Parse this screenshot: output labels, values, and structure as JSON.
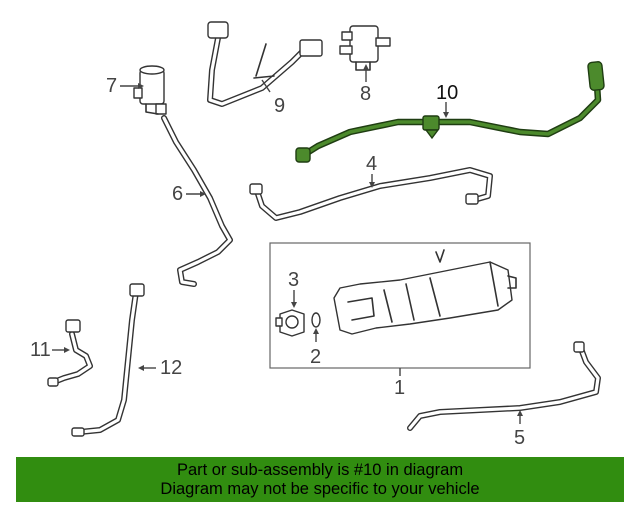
{
  "diagram": {
    "callouts": [
      {
        "id": "1",
        "label": "1"
      },
      {
        "id": "2",
        "label": "2"
      },
      {
        "id": "3",
        "label": "3"
      },
      {
        "id": "4",
        "label": "4"
      },
      {
        "id": "5",
        "label": "5"
      },
      {
        "id": "6",
        "label": "6"
      },
      {
        "id": "7",
        "label": "7"
      },
      {
        "id": "8",
        "label": "8"
      },
      {
        "id": "9",
        "label": "9"
      },
      {
        "id": "10",
        "label": "10"
      },
      {
        "id": "11",
        "label": "11"
      },
      {
        "id": "12",
        "label": "12"
      }
    ],
    "highlighted_part": "10",
    "highlight_color": "#4c8a2c"
  },
  "banner": {
    "line1": "Part or sub-assembly is #10 in diagram",
    "line2": "Diagram may not be specific to your vehicle",
    "background_color": "#318d10"
  }
}
